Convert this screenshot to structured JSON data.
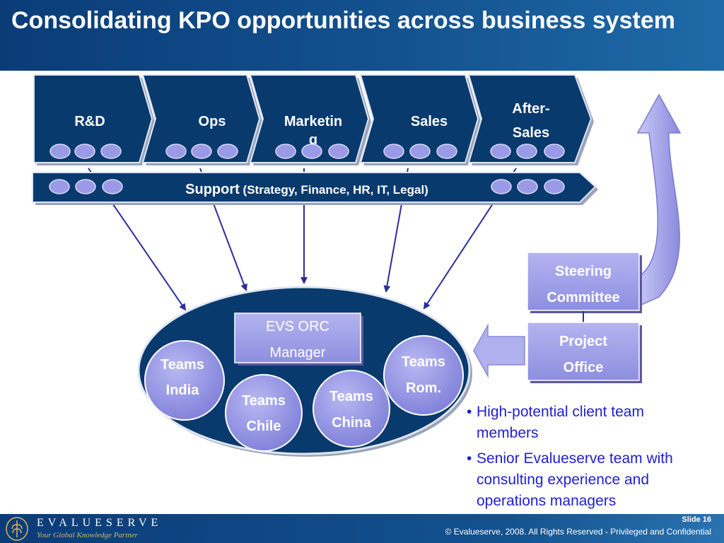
{
  "title": "Consolidating KPO opportunities across business system",
  "chain": [
    {
      "line1": "R&D",
      "line2": ""
    },
    {
      "line1": "Ops",
      "line2": ""
    },
    {
      "line1": "Marketin",
      "line2": "g"
    },
    {
      "line1": "Sales",
      "line2": ""
    },
    {
      "line1": "After-",
      "line2": "Sales"
    }
  ],
  "support": {
    "bold": "Support",
    "rest": " (Strategy, Finance, HR, IT, Legal)"
  },
  "manager": {
    "line1": "EVS ORC",
    "line2": "Manager"
  },
  "teams": [
    {
      "line1": "Teams",
      "line2": "India"
    },
    {
      "line1": "Teams",
      "line2": "Chile"
    },
    {
      "line1": "Teams",
      "line2": "China"
    },
    {
      "line1": "Teams",
      "line2": "Rom."
    }
  ],
  "steering": {
    "line1": "Steering",
    "line2": "Committee"
  },
  "project_office": {
    "line1": "Project",
    "line2": "Office"
  },
  "bullets": [
    "High-potential client team members",
    "Senior Evalueserve team with consulting experience and operations managers"
  ],
  "bullet_char": "•",
  "footer": {
    "logo_name": "EVALUESERVE",
    "tagline": "Your Global Knowledge Partner",
    "slide": "Slide 16",
    "copyright": "© Evalueserve, 2008. All Rights Reserved - Privileged and Confidential"
  },
  "colors": {
    "navy": "#083a6e",
    "box_fill": "#9a9ae6",
    "oval_fill": "#8f8fe6",
    "arrow": "#2c2ca0",
    "bullet_text": "#2020d0",
    "gold": "#d8b65a"
  },
  "icons": {
    "logo": "wheat-sheaf-icon"
  }
}
